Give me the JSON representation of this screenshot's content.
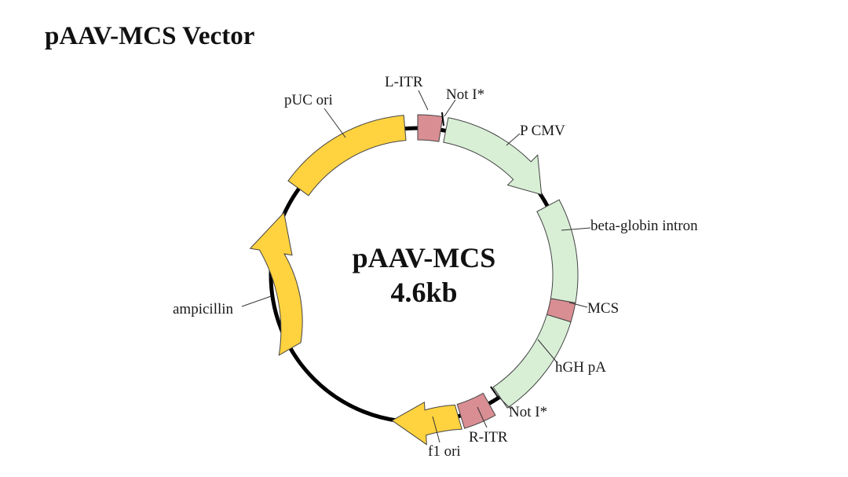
{
  "title": "pAAV-MCS Vector",
  "plasmid": {
    "name": "pAAV-MCS",
    "size": "4.6kb"
  },
  "colors": {
    "backbone": "#000000",
    "yellow": "#FFD23F",
    "green": "#D8EFD6",
    "pink": "#D98E93"
  },
  "labels": {
    "l_itr": "L-ITR",
    "not_i_top": "Not I*",
    "p_cmv": "P CMV",
    "beta_globin": "beta-globin intron",
    "mcs": "MCS",
    "hgh_pa": "hGH pA",
    "not_i_bottom": "Not I*",
    "r_itr": "R-ITR",
    "f1_ori": "f1 ori",
    "ampicillin": "ampicillin",
    "puc_ori": "pUC ori"
  }
}
